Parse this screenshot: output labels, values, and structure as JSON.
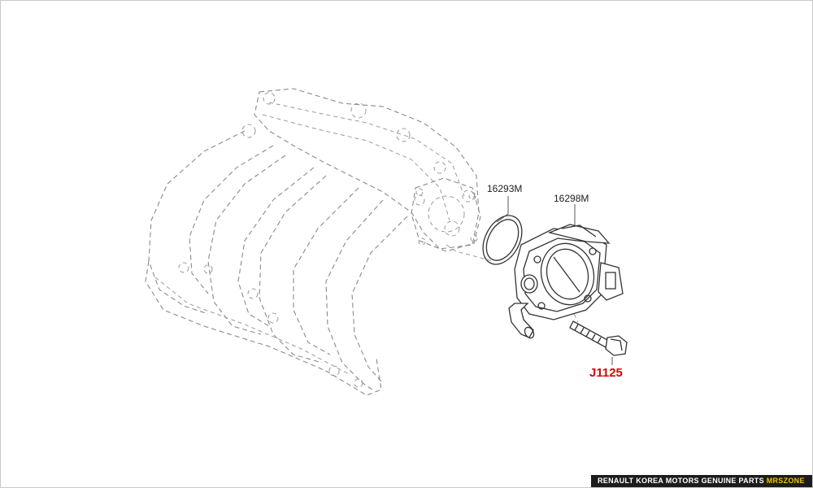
{
  "parts": {
    "gasket": "16293M",
    "throttle_body": "16298M",
    "bolt": "J1125"
  },
  "footer": {
    "text": "RENAULT KOREA MOTORS GENUINE PARTS",
    "brand": "MRSZONE"
  },
  "colors": {
    "highlight_label": "#e00000",
    "footer_background": "#1c1c1c",
    "footer_brand": "#f2c200"
  }
}
